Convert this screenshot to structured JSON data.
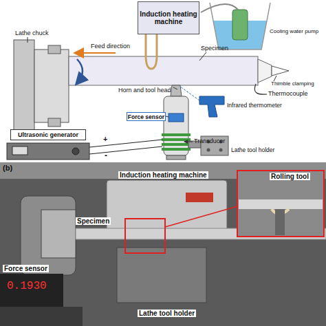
{
  "diagram": {
    "nodes": [
      {
        "text": [
          "Induction heating machine"
        ]
      },
      {
        "text": [
          "Force sensor"
        ]
      },
      {
        "text": [
          "Ultrasonic generator"
        ]
      }
    ],
    "labels": [
      "Lathe chuck",
      "Feed direction",
      "Specimen",
      "Horn and tool head",
      "Thimble clamping",
      "Thermocouple",
      "Infrared thermometer",
      "Cooling water pump",
      "Transducer",
      "Lathe tool holder",
      "+",
      "-",
      "(b)",
      "Induction heating machine",
      "Rolling tool",
      "Specimen",
      "Force sensor",
      "0.1930",
      "Lathe tool holder"
    ]
  }
}
